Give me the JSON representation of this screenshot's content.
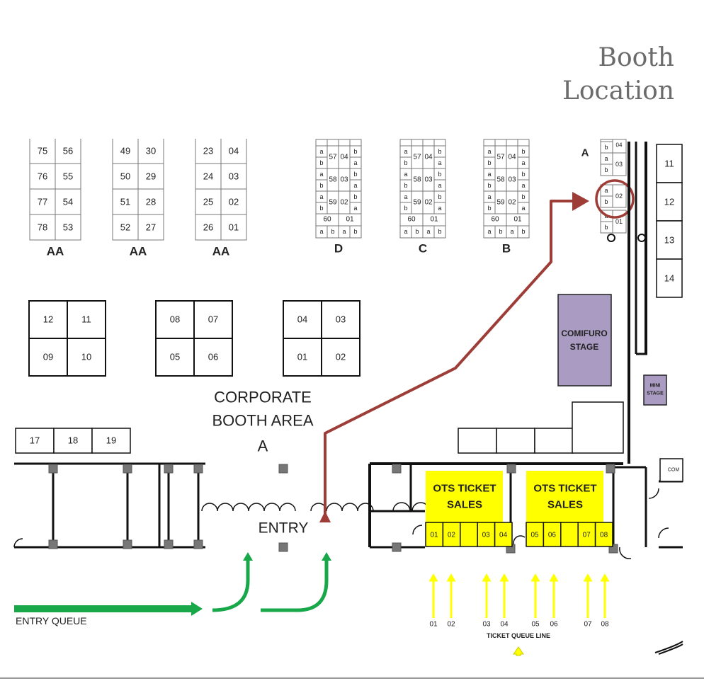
{
  "title": {
    "line1": "Booth",
    "line2": "Location"
  },
  "aa_blocks": [
    {
      "label": "AA",
      "rows": [
        [
          "75",
          "56"
        ],
        [
          "76",
          "55"
        ],
        [
          "77",
          "54"
        ],
        [
          "78",
          "53"
        ]
      ]
    },
    {
      "label": "AA",
      "rows": [
        [
          "49",
          "30"
        ],
        [
          "50",
          "29"
        ],
        [
          "51",
          "28"
        ],
        [
          "52",
          "27"
        ]
      ]
    },
    {
      "label": "AA",
      "rows": [
        [
          "23",
          "04"
        ],
        [
          "24",
          "03"
        ],
        [
          "25",
          "02"
        ],
        [
          "26",
          "01"
        ]
      ]
    }
  ],
  "small_blocks": [
    {
      "label": "D",
      "rows": [
        [
          "57",
          "04"
        ],
        [
          "58",
          "03"
        ],
        [
          "59",
          "02"
        ]
      ],
      "bottom": [
        "60",
        "01"
      ],
      "sub": [
        "a",
        "b"
      ]
    },
    {
      "label": "C",
      "rows": [
        [
          "57",
          "04"
        ],
        [
          "58",
          "03"
        ],
        [
          "59",
          "02"
        ]
      ],
      "bottom": [
        "60",
        "01"
      ],
      "sub": [
        "a",
        "b"
      ]
    },
    {
      "label": "B",
      "rows": [
        [
          "57",
          "04"
        ],
        [
          "58",
          "03"
        ],
        [
          "59",
          "02"
        ]
      ],
      "bottom": [
        "60",
        "01"
      ],
      "sub": [
        "a",
        "b"
      ]
    }
  ],
  "a_column": {
    "label": "A",
    "booths": [
      "04",
      "03",
      "02",
      "01"
    ],
    "sub": [
      "a",
      "b"
    ],
    "highlighted": "02"
  },
  "right_booths": [
    "11",
    "12",
    "13",
    "14"
  ],
  "corporate_blocks": [
    [
      "12",
      "11",
      "09",
      "10"
    ],
    [
      "08",
      "07",
      "05",
      "06"
    ],
    [
      "04",
      "03",
      "01",
      "02"
    ]
  ],
  "corporate_label": {
    "line1": "CORPORATE",
    "line2": "BOOTH AREA",
    "line3": "A"
  },
  "row_booths": [
    "17",
    "18",
    "19"
  ],
  "stages": {
    "main": {
      "line1": "COMIFURO",
      "line2": "STAGE"
    },
    "mini": {
      "line1": "MINI",
      "line2": "STAGE"
    }
  },
  "com_label": "COM",
  "ots": [
    {
      "line1": "OTS TICKET",
      "line2": "SALES",
      "windows": [
        "01",
        "02",
        "",
        "03",
        "04"
      ]
    },
    {
      "line1": "OTS TICKET",
      "line2": "SALES",
      "windows": [
        "05",
        "06",
        "",
        "07",
        "08"
      ]
    }
  ],
  "queue_lanes": [
    "01",
    "02",
    "03",
    "04",
    "05",
    "06",
    "07",
    "08"
  ],
  "ticket_queue_label": "TICKET QUEUE LINE",
  "entry_label": "ENTRY",
  "entry_queue_label": "ENTRY QUEUE",
  "colors": {
    "route": "#9e3d37",
    "stage": "#a99bc1",
    "ticket": "#ffff00",
    "entry_arrow": "#18a84a",
    "wall": "#111111",
    "pillar": "#777777"
  }
}
